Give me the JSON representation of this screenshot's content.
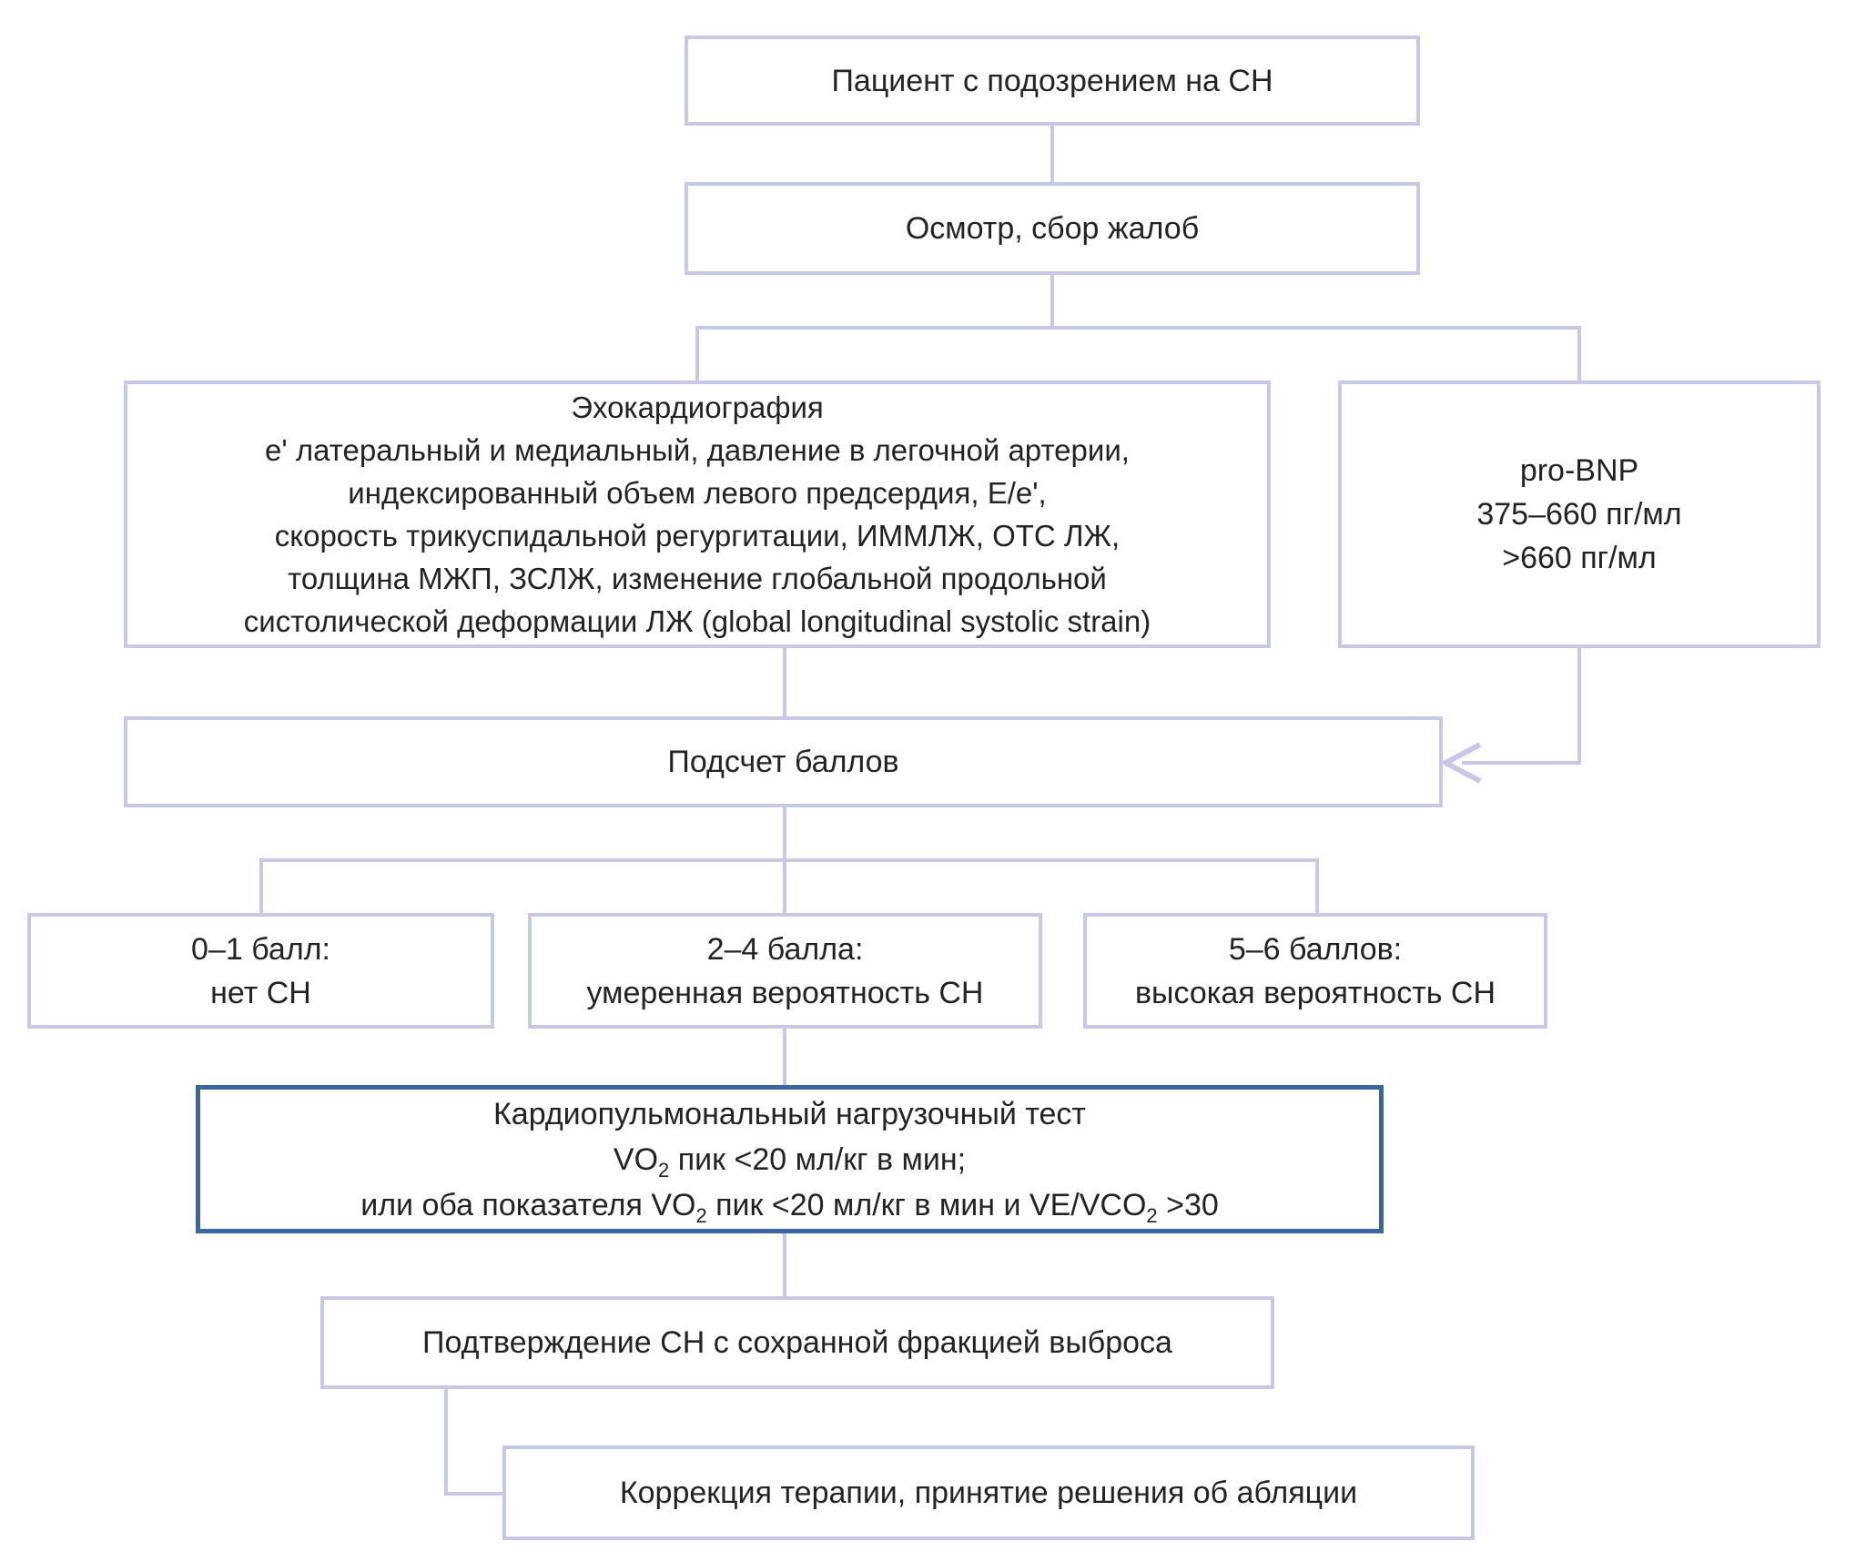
{
  "diagram": {
    "colors": {
      "box_border": "#c7c8e6",
      "connector": "#c7c8e6",
      "highlight_border": "#38669f",
      "text": "#232323",
      "background": "#ffffff"
    },
    "nodes": {
      "patient": {
        "text": "Пациент с подозрением на СН"
      },
      "exam": {
        "text": "Осмотр, сбор жалоб"
      },
      "echo": {
        "lines": [
          "Эхокардиография",
          "e' латеральный и медиальный, давление в легочной артерии,",
          "индексированный объем левого предсердия, E/e',",
          "скорость трикуспидальной регургитации, ИММЛЖ, ОТС ЛЖ,",
          "толщина МЖП, ЗСЛЖ, изменение глобальной продольной",
          "систолической деформации ЛЖ (global longitudinal systolic strain)"
        ]
      },
      "probnp": {
        "lines": [
          "pro-BNP",
          "375–660 пг/мл",
          ">660 пг/мл"
        ]
      },
      "score": {
        "text": "Подсчет баллов"
      },
      "score_low": {
        "lines": [
          "0–1 балл:",
          "нет СН"
        ]
      },
      "score_mid": {
        "lines": [
          "2–4 балла:",
          "умеренная вероятность СН"
        ]
      },
      "score_high": {
        "lines": [
          "5–6 баллов:",
          "высокая вероятность СН"
        ]
      },
      "cpet": {
        "line1": "Кардиопульмональный нагрузочный тест",
        "line2": [
          {
            "t": "VO"
          },
          {
            "sub": "2"
          },
          {
            "t": " пик <20 мл/кг в мин;"
          }
        ],
        "line3": [
          {
            "t": "или оба показателя VO"
          },
          {
            "sub": "2"
          },
          {
            "t": " пик <20 мл/кг в мин и VE/VCO"
          },
          {
            "sub": "2"
          },
          {
            "t": " >30"
          }
        ]
      },
      "confirm": {
        "text": "Подтверждение СН с сохранной фракцией выброса"
      },
      "correction": {
        "text": "Коррекция терапии, принятие решения об абляции"
      }
    }
  }
}
